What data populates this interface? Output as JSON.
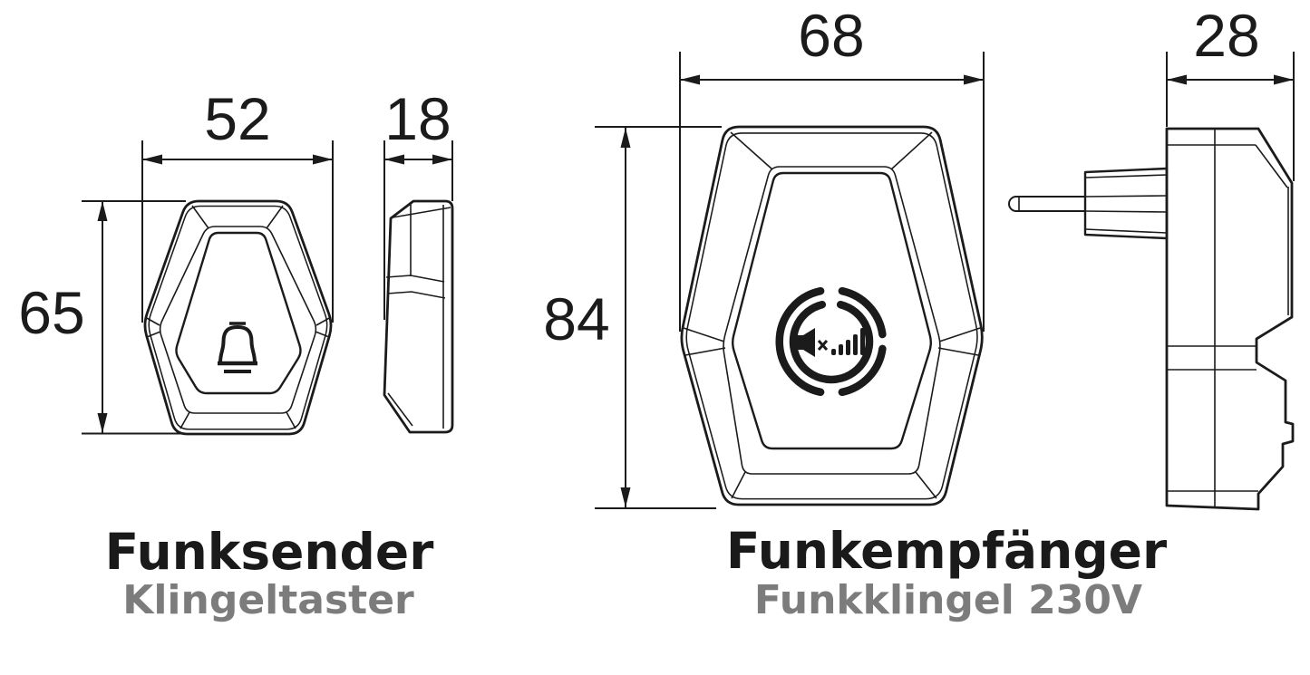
{
  "colors": {
    "background": "#ffffff",
    "line": "#1b1b1b",
    "title": "#1a1a1a",
    "subtitle": "#7c7c7c"
  },
  "transmitter": {
    "title": "Funksender",
    "subtitle": "Klingeltaster",
    "width_mm": "52",
    "depth_mm": "18",
    "height_mm": "65",
    "button_icon": "bell-icon"
  },
  "receiver": {
    "title": "Funkempfänger",
    "subtitle": "Funkklingel 230V",
    "width_mm": "68",
    "depth_mm": "28",
    "height_mm": "84",
    "face_icon": "speaker-mute-signal-icon"
  }
}
